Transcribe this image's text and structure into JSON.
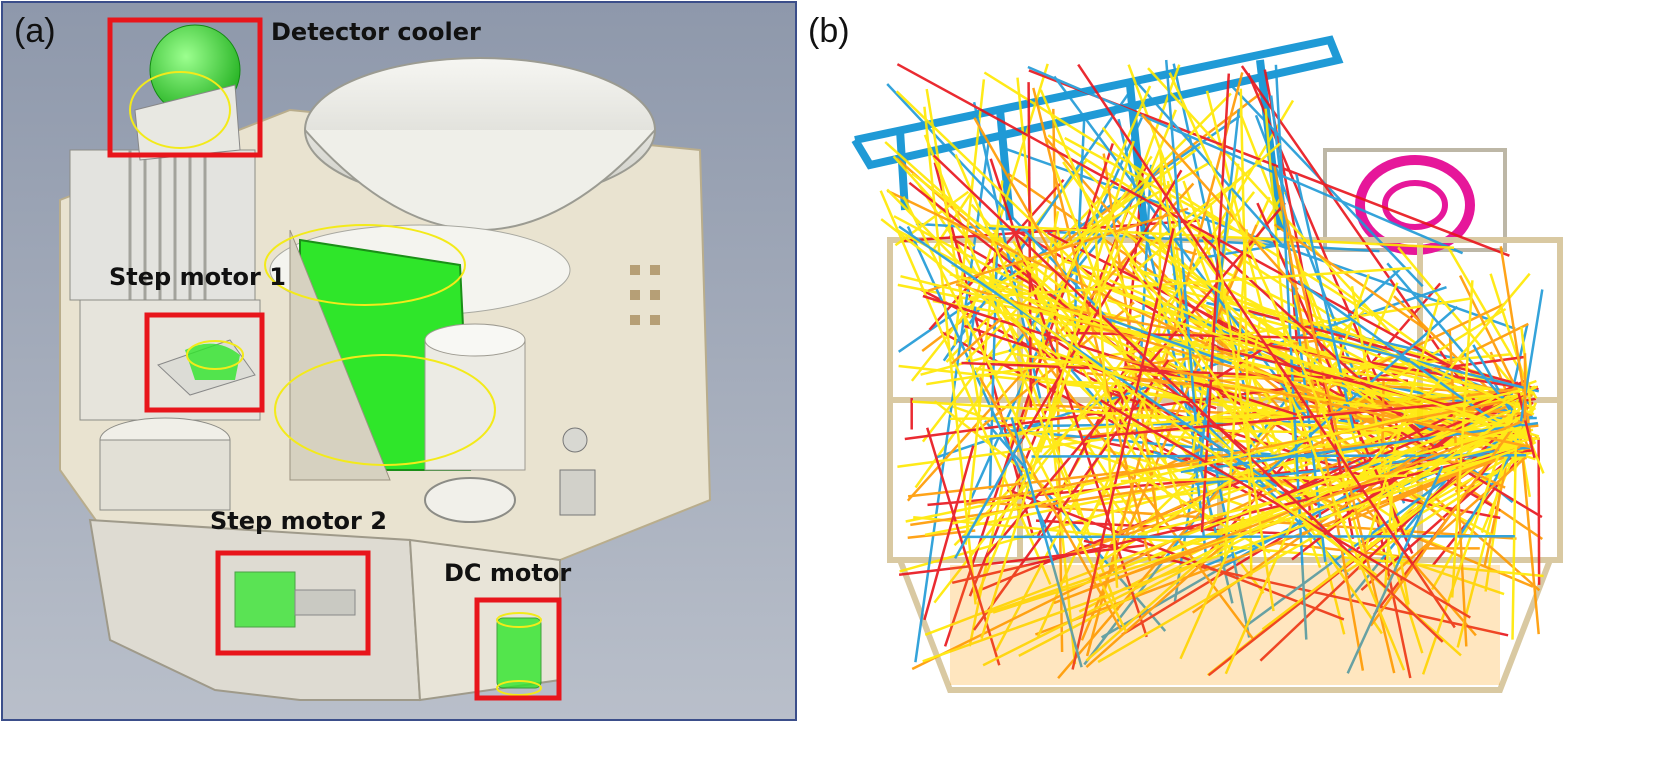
{
  "panel_a": {
    "label": "(a)",
    "callouts": {
      "detector_cooler": "Detector cooler",
      "step_motor_1": "Step motor 1",
      "step_motor_2": "Step motor 2",
      "dc_motor": "DC motor"
    }
  },
  "panel_b": {
    "label": "(b)"
  },
  "colors": {
    "highlight_box": "#e8151b",
    "component_green": "#2fe62a",
    "outline_yellow": "#f3ea1a",
    "background_a": "#9aa3b4",
    "housing": "#ede7d6",
    "ray_yellow": "#ffe800",
    "ray_red": "#e8141b",
    "ray_blue": "#1f9ad6",
    "ray_orange": "#ff9a00",
    "ray_magenta": "#e6179a",
    "frame_tan": "#d9c9a2"
  }
}
